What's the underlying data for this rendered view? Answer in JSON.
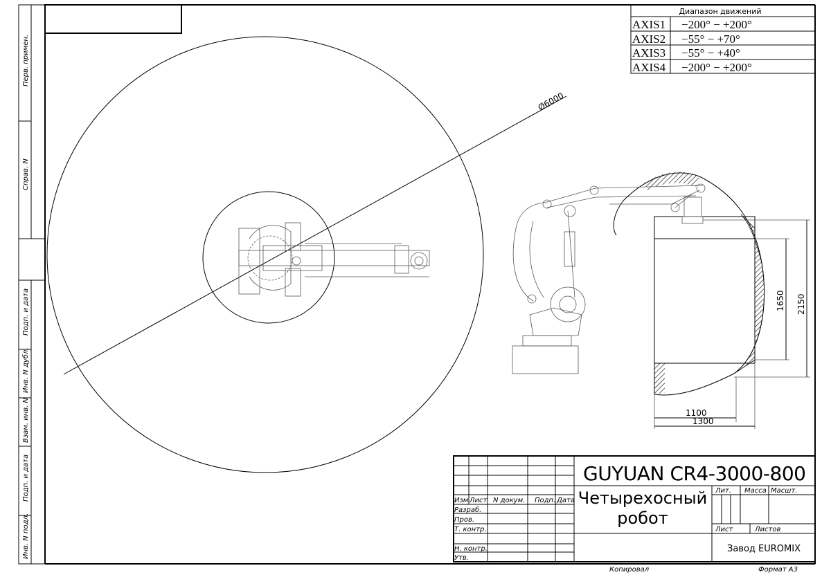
{
  "margin_labels": [
    "Перв. примен.",
    "Справ. N",
    "Подп. и дата",
    "Инв. N дубл.",
    "Взам. инв. N",
    "Подп. и дата",
    "Инв. N подл."
  ],
  "range_table": {
    "title": "Диапазон движений",
    "rows": [
      {
        "axis": "AXIS1",
        "range": "−200° − +200°"
      },
      {
        "axis": "AXIS2",
        "range": "−55° − +70°"
      },
      {
        "axis": "AXIS3",
        "range": "−55° − +40°"
      },
      {
        "axis": "AXIS4",
        "range": "−200° − +200°"
      }
    ]
  },
  "dimensions": {
    "diameter": "Ø6000",
    "h1": "1650",
    "h2": "2150",
    "w1": "1100",
    "w2": "1300"
  },
  "title_block": {
    "model": "GUYUAN CR4-3000-800",
    "name_line1": "Четырехосный",
    "name_line2": "робот",
    "headers": [
      "Изм",
      "Лист",
      "N докум.",
      "Подп.",
      "Дата"
    ],
    "roles": [
      "Разраб.",
      "Пров.",
      "Т. контр.",
      "Н. контр.",
      "Утв."
    ],
    "lit": "Лит.",
    "massa": "Масса",
    "masshtab": "Масшт.",
    "list": "Лист",
    "listov": "Листов",
    "company": "Завод EUROMIX"
  },
  "footer": {
    "copied": "Копировал",
    "format": "Формат A3"
  }
}
